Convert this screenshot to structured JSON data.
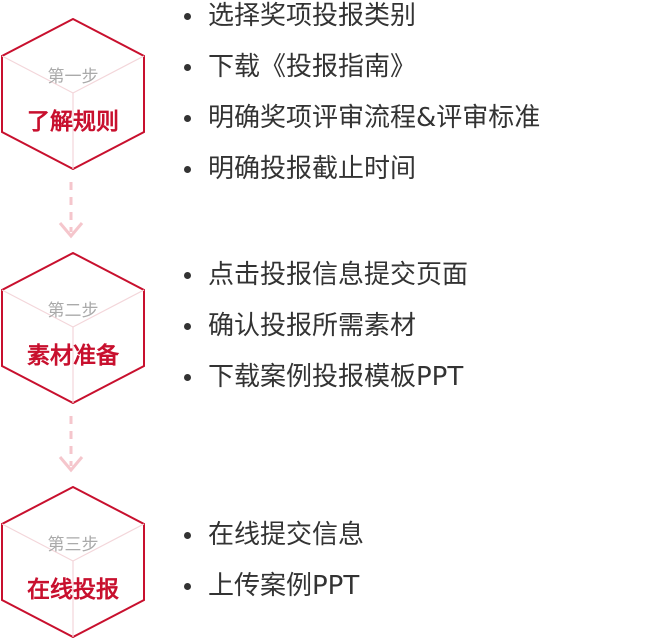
{
  "colors": {
    "accent": "#c8102e",
    "muted": "#aaaaaa",
    "text": "#333333",
    "connector": "#f5c6cc"
  },
  "steps": [
    {
      "number": "第一步",
      "title": "了解规则",
      "items": [
        "选择奖项投报类别",
        "下载《投报指南》",
        "明确奖项评审流程&评审标准",
        "明确投报截止时间"
      ]
    },
    {
      "number": "第二步",
      "title": "素材准备",
      "items": [
        "点击投报信息提交页面",
        "确认投报所需素材",
        "下载案例投报模板PPT"
      ]
    },
    {
      "number": "第三步",
      "title": "在线投报",
      "items": [
        "在线提交信息",
        "上传案例PPT"
      ]
    }
  ]
}
